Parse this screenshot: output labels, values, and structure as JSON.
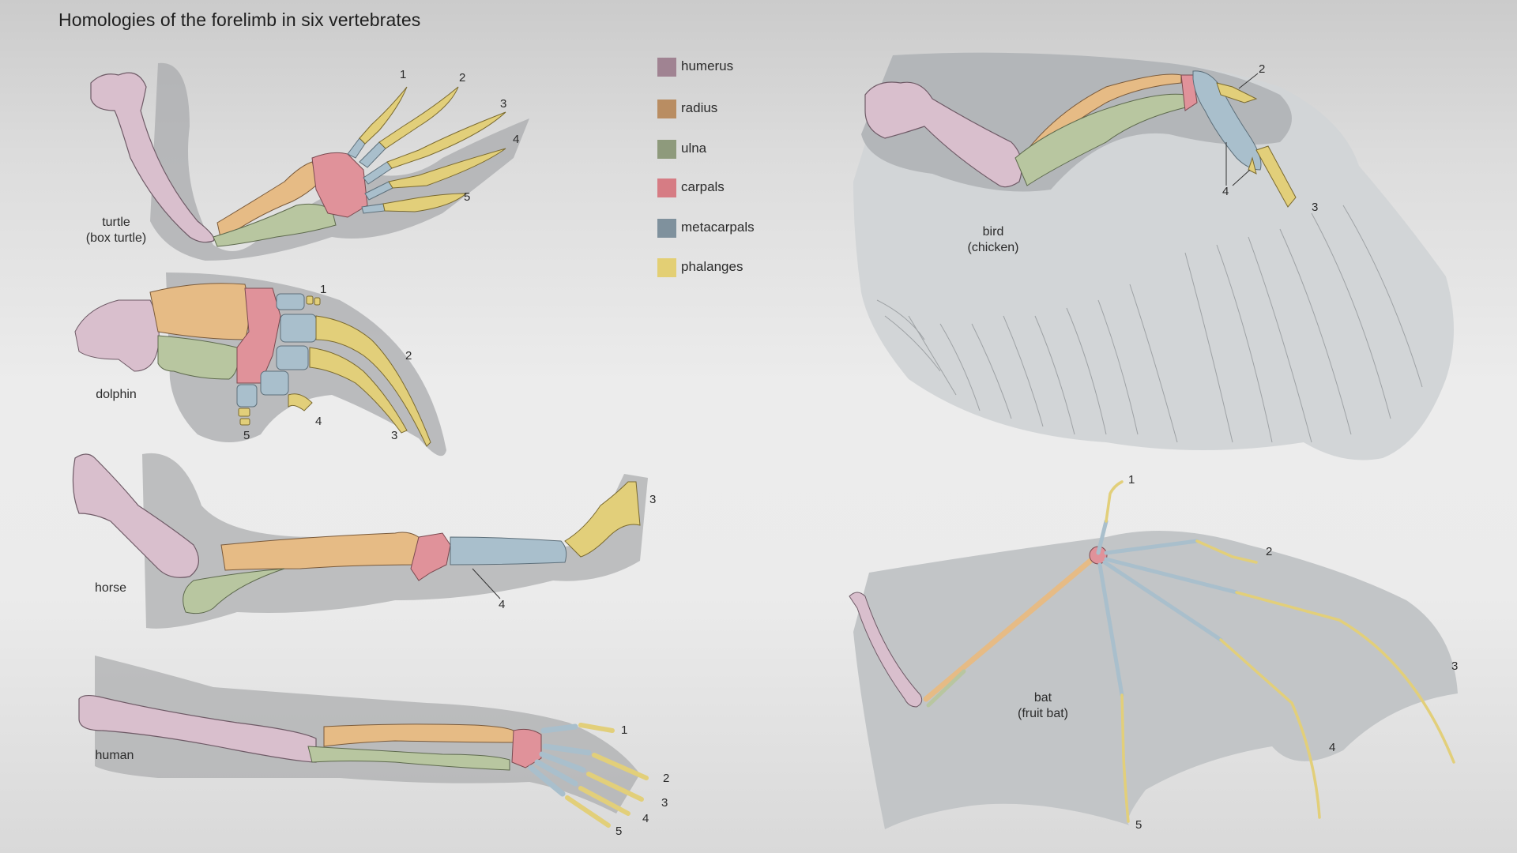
{
  "title": "Homologies of the forelimb in six vertebrates",
  "legend": [
    {
      "bone": "humerus",
      "color": "#a08392"
    },
    {
      "bone": "radius",
      "color": "#b98d62"
    },
    {
      "bone": "ulna",
      "color": "#8e9a7c"
    },
    {
      "bone": "carpals",
      "color": "#d67c84"
    },
    {
      "bone": "metacarpals",
      "color": "#7f919d"
    },
    {
      "bone": "phalanges",
      "color": "#e3cf74"
    }
  ],
  "specimens": {
    "turtle": {
      "name": "turtle",
      "subname": "(box turtle)",
      "digits": [
        "1",
        "2",
        "3",
        "4",
        "5"
      ]
    },
    "dolphin": {
      "name": "dolphin",
      "subname": "",
      "digits": [
        "1",
        "2",
        "3",
        "4",
        "5"
      ]
    },
    "horse": {
      "name": "horse",
      "subname": "",
      "digits": [
        "3",
        "4"
      ]
    },
    "human": {
      "name": "human",
      "subname": "",
      "digits": [
        "1",
        "2",
        "3",
        "4",
        "5"
      ]
    },
    "bird": {
      "name": "bird",
      "subname": "(chicken)",
      "digits": [
        "2",
        "3",
        "4"
      ]
    },
    "bat": {
      "name": "bat",
      "subname": "(fruit bat)",
      "digits": [
        "1",
        "2",
        "3",
        "4",
        "5"
      ]
    }
  },
  "colors": {
    "humerus": "#d9bfcd",
    "radius": "#e6bb85",
    "ulna": "#b8c6a0",
    "carpals": "#e0929a",
    "metacarpals": "#a9bfcc",
    "phalanges": "#e2cf7a",
    "shadow": "#a9abad",
    "membrane": "#c2c5c7",
    "feather": "#cfd2d4"
  }
}
